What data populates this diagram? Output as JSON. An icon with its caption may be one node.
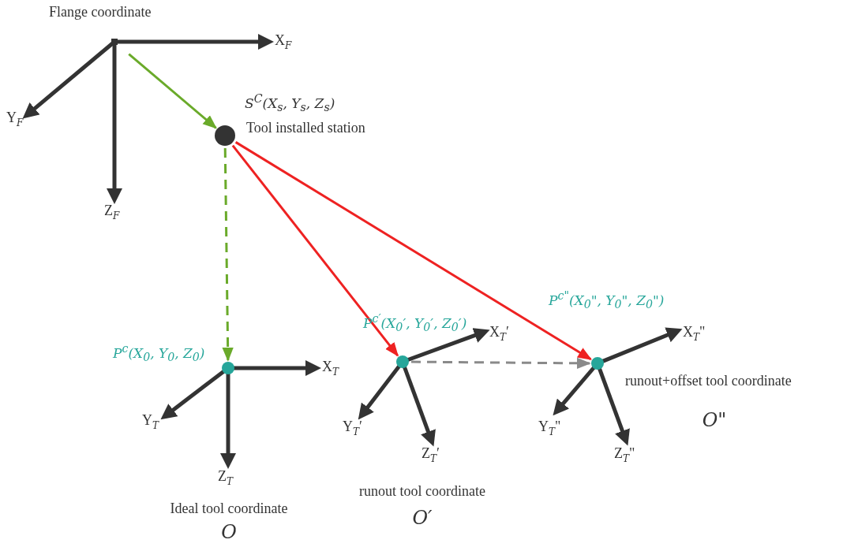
{
  "diagram": {
    "nodes": [
      {
        "text": [],
        "shape": "point",
        "beside": [
          "Flange coordinate"
        ]
      },
      {
        "text": [],
        "shape": "circle",
        "beside": [
          "S$^{C}$(X$_{s}$, Y$_{s}$, Z$_{s}$)",
          "Tool installed station"
        ]
      },
      {
        "text": [],
        "shape": "circle",
        "beside": [
          "P$^{c}$(X$_{0}$, Y$_{0}$, Z$_{0}$)",
          "Ideal tool coordinate",
          "O"
        ]
      },
      {
        "text": [],
        "shape": "circle",
        "beside": [
          "P$^{c′}$(X$_{0}$′, Y$_{0}$′, Z$_{0}$′)",
          "runout tool coordinate",
          "O′"
        ]
      },
      {
        "text": [],
        "shape": "circle",
        "beside": [
          "P$^{c\"}$(X$_{0}$\", Y$_{0}$\", Z$_{0}$\")",
          "runout+offset  tool coordinate",
          "O\""
        ]
      }
    ],
    "edges": [
      {
        "from": 0,
        "to": 1,
        "arrow": "to",
        "color": "#6aaa2a"
      },
      {
        "from": 1,
        "to": 2,
        "arrow": "to",
        "style": "dashed",
        "color": "#6aaa2a"
      },
      {
        "from": 1,
        "to": 3,
        "arrow": "to",
        "color": "#ee2222"
      },
      {
        "from": 1,
        "to": 4,
        "arrow": "to",
        "color": "#ee2222"
      },
      {
        "from": 3,
        "to": 4,
        "arrow": "to",
        "style": "dashed",
        "color": "#8a8a8a"
      }
    ],
    "labels": [
      "X$_{F}$",
      "Y$_{F}$",
      "Z$_{F}$",
      "X$_{T}$",
      "Y$_{T}$",
      "Z$_{T}$",
      "X$_{T}$′",
      "Y$_{T}$′",
      "Z$_{T}$′",
      "X$_{T}$\"",
      "Y$_{T}$\"",
      "Z$_{T}$\""
    ]
  }
}
